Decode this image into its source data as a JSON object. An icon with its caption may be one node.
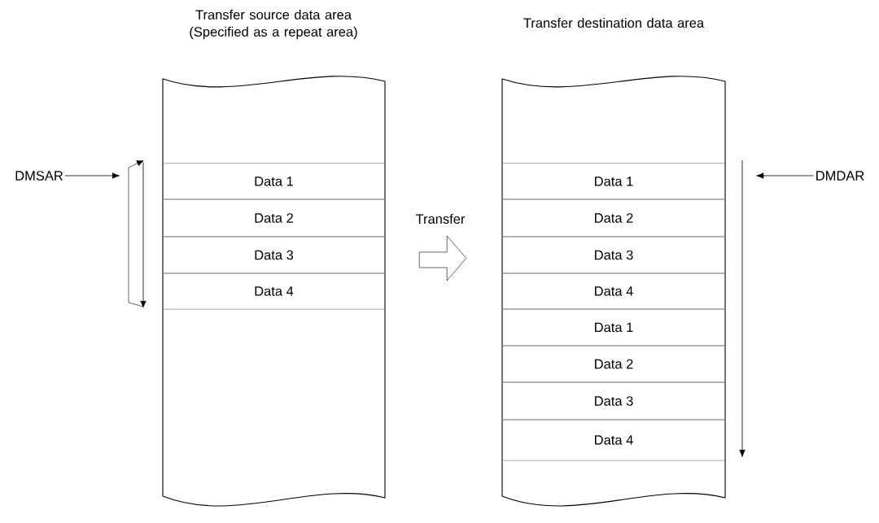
{
  "diagram": {
    "nodes": [
      {
        "text": [
          "Transfer source data area (Specified as a repeat area)"
        ]
      },
      {
        "text": [
          "Data 1"
        ],
        "in": 0
      },
      {
        "text": [
          "Data 2"
        ],
        "in": 0
      },
      {
        "text": [
          "Data 3"
        ],
        "in": 0
      },
      {
        "text": [
          "Data 4"
        ],
        "in": 0
      },
      {
        "text": [
          "Transfer destination data area"
        ]
      },
      {
        "text": [
          "Data 1"
        ],
        "in": 5
      },
      {
        "text": [
          "Data 2"
        ],
        "in": 5
      },
      {
        "text": [
          "Data 3"
        ],
        "in": 5
      },
      {
        "text": [
          "Data 4"
        ],
        "in": 5
      },
      {
        "text": [
          "Data 1"
        ],
        "in": 5
      },
      {
        "text": [
          "Data 2"
        ],
        "in": 5
      },
      {
        "text": [
          "Data 3"
        ],
        "in": 5
      },
      {
        "text": [
          "Data 4"
        ],
        "in": 5
      },
      {
        "text": [
          "DMSAR"
        ]
      },
      {
        "text": [
          "DMDAR"
        ]
      }
    ],
    "edges": [
      {
        "from": 14,
        "to": null,
        "arrow": "to"
      },
      {
        "from": 15,
        "to": 6,
        "arrow": "to"
      },
      {
        "from": 0,
        "to": 5,
        "label": "Transfer",
        "arrow": "to"
      }
    ]
  }
}
